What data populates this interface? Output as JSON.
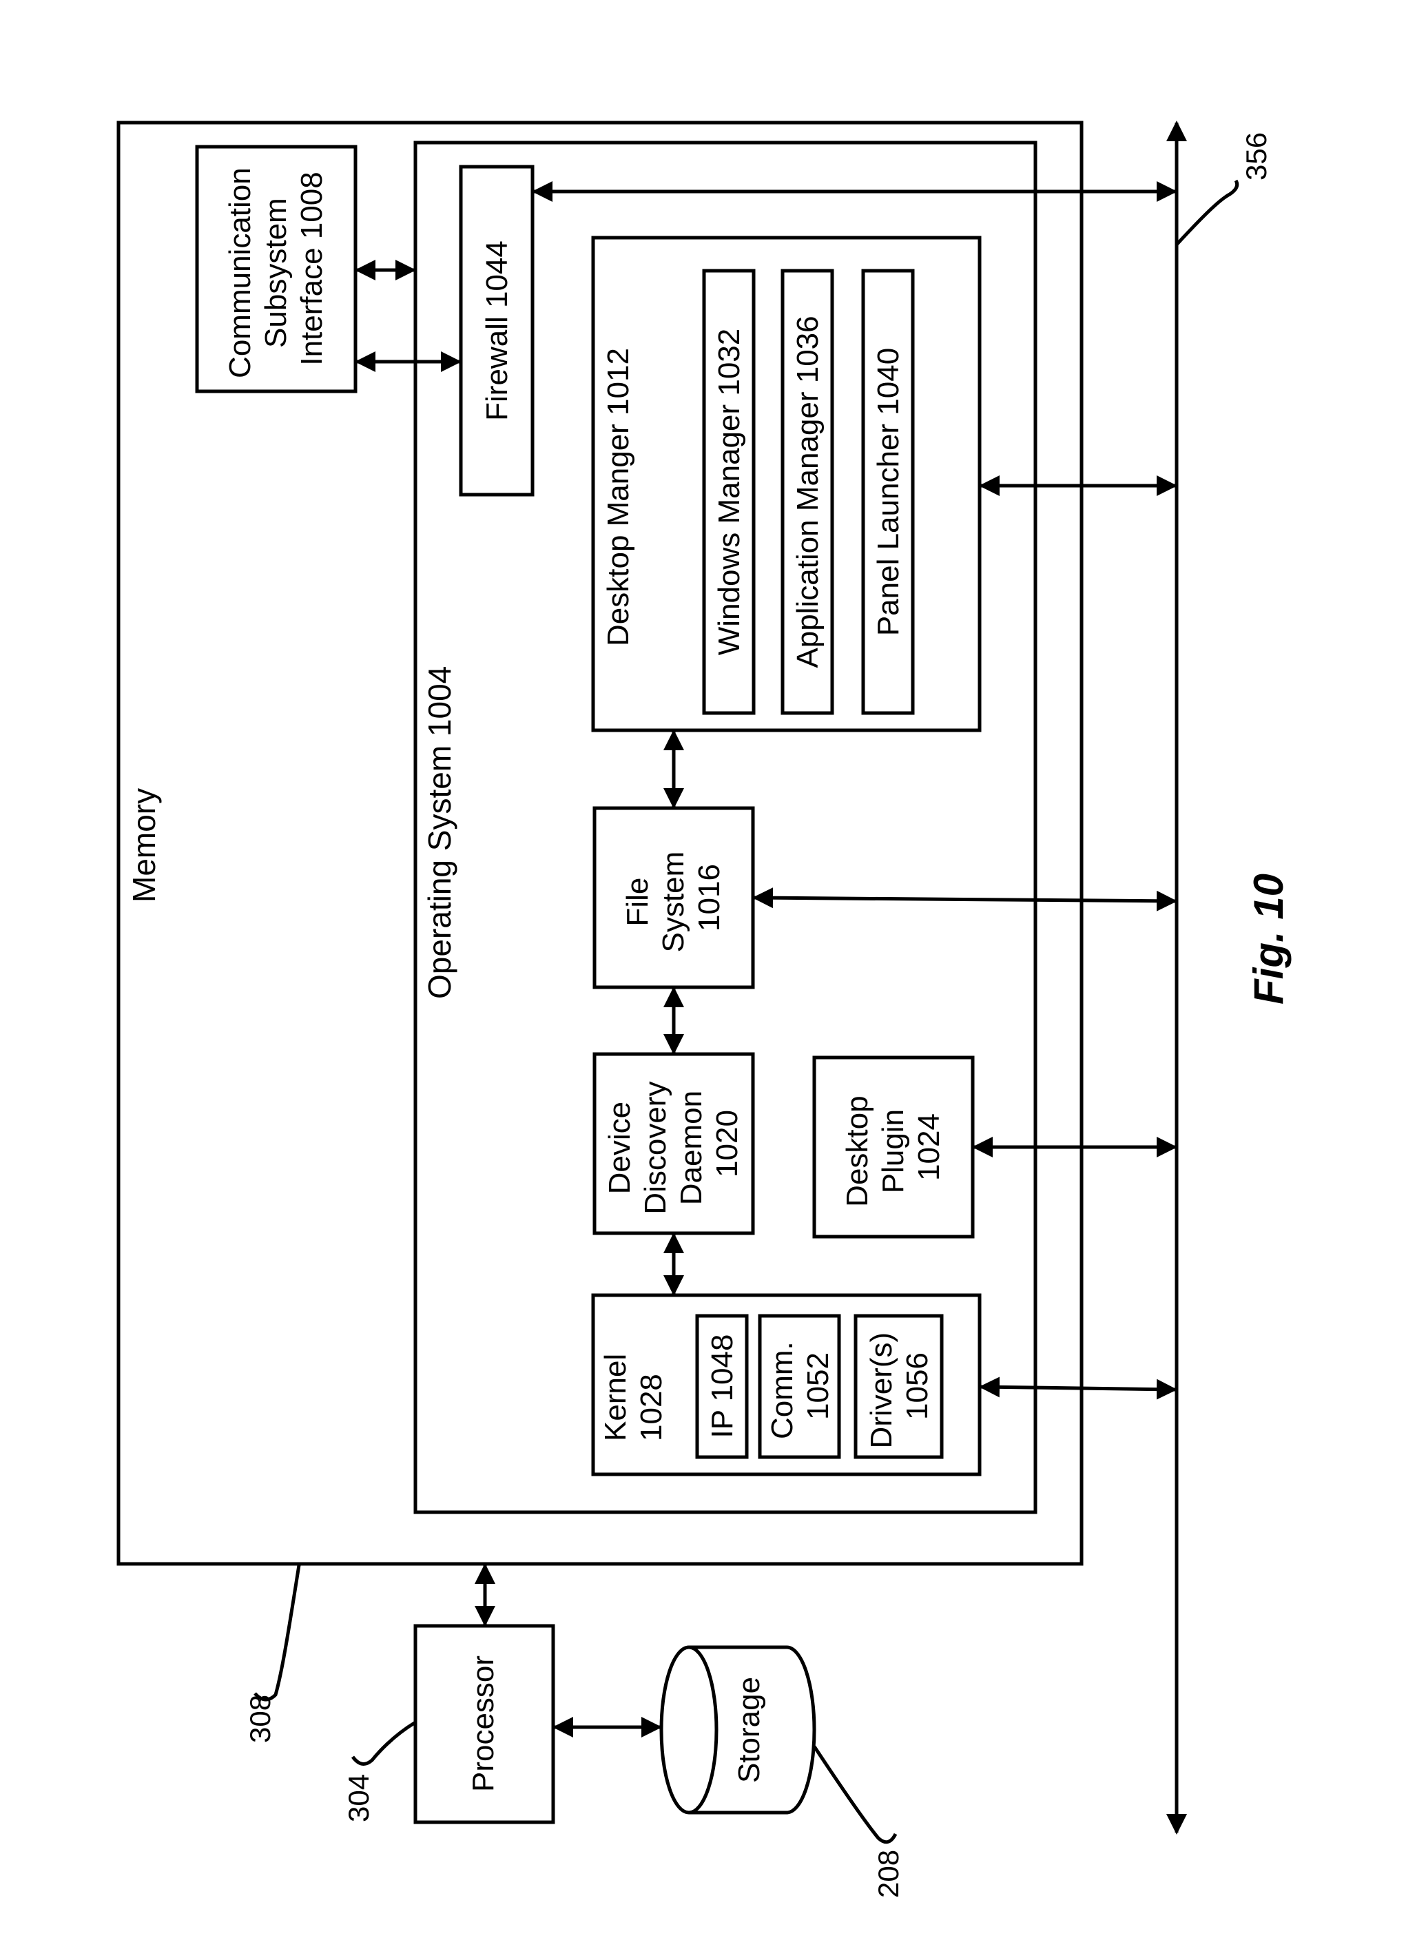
{
  "memory": {
    "label": "Memory",
    "ref": "308"
  },
  "operating_system": {
    "label": "Operating System 1004"
  },
  "communication_subsystem": {
    "lines": [
      "Communication",
      "Subsystem",
      "Interface 1008"
    ]
  },
  "firewall": {
    "label": "Firewall 1044"
  },
  "desktop_manager": {
    "label": "Desktop Manger 1012"
  },
  "windows_manager": {
    "label": "Windows Manager 1032"
  },
  "application_manager": {
    "label": "Application Manager 1036"
  },
  "panel_launcher": {
    "label": "Panel Launcher 1040"
  },
  "file_system": {
    "lines": [
      "File",
      "System",
      "1016"
    ]
  },
  "device_discovery": {
    "lines": [
      "Device",
      "Discovery",
      "Daemon",
      "1020"
    ]
  },
  "desktop_plugin": {
    "lines": [
      "Desktop",
      "Plugin",
      "1024"
    ]
  },
  "kernel": {
    "lines": [
      "Kernel",
      "1028"
    ]
  },
  "ip": {
    "label": "IP 1048"
  },
  "comm": {
    "lines": [
      "Comm.",
      "1052"
    ]
  },
  "drivers": {
    "lines": [
      "Driver(s)",
      "1056"
    ]
  },
  "processor": {
    "label": "Processor",
    "ref": "304"
  },
  "storage": {
    "label": "Storage",
    "ref": "208"
  },
  "bus": {
    "ref": "356"
  },
  "figure": {
    "label": "Fig. 10"
  }
}
